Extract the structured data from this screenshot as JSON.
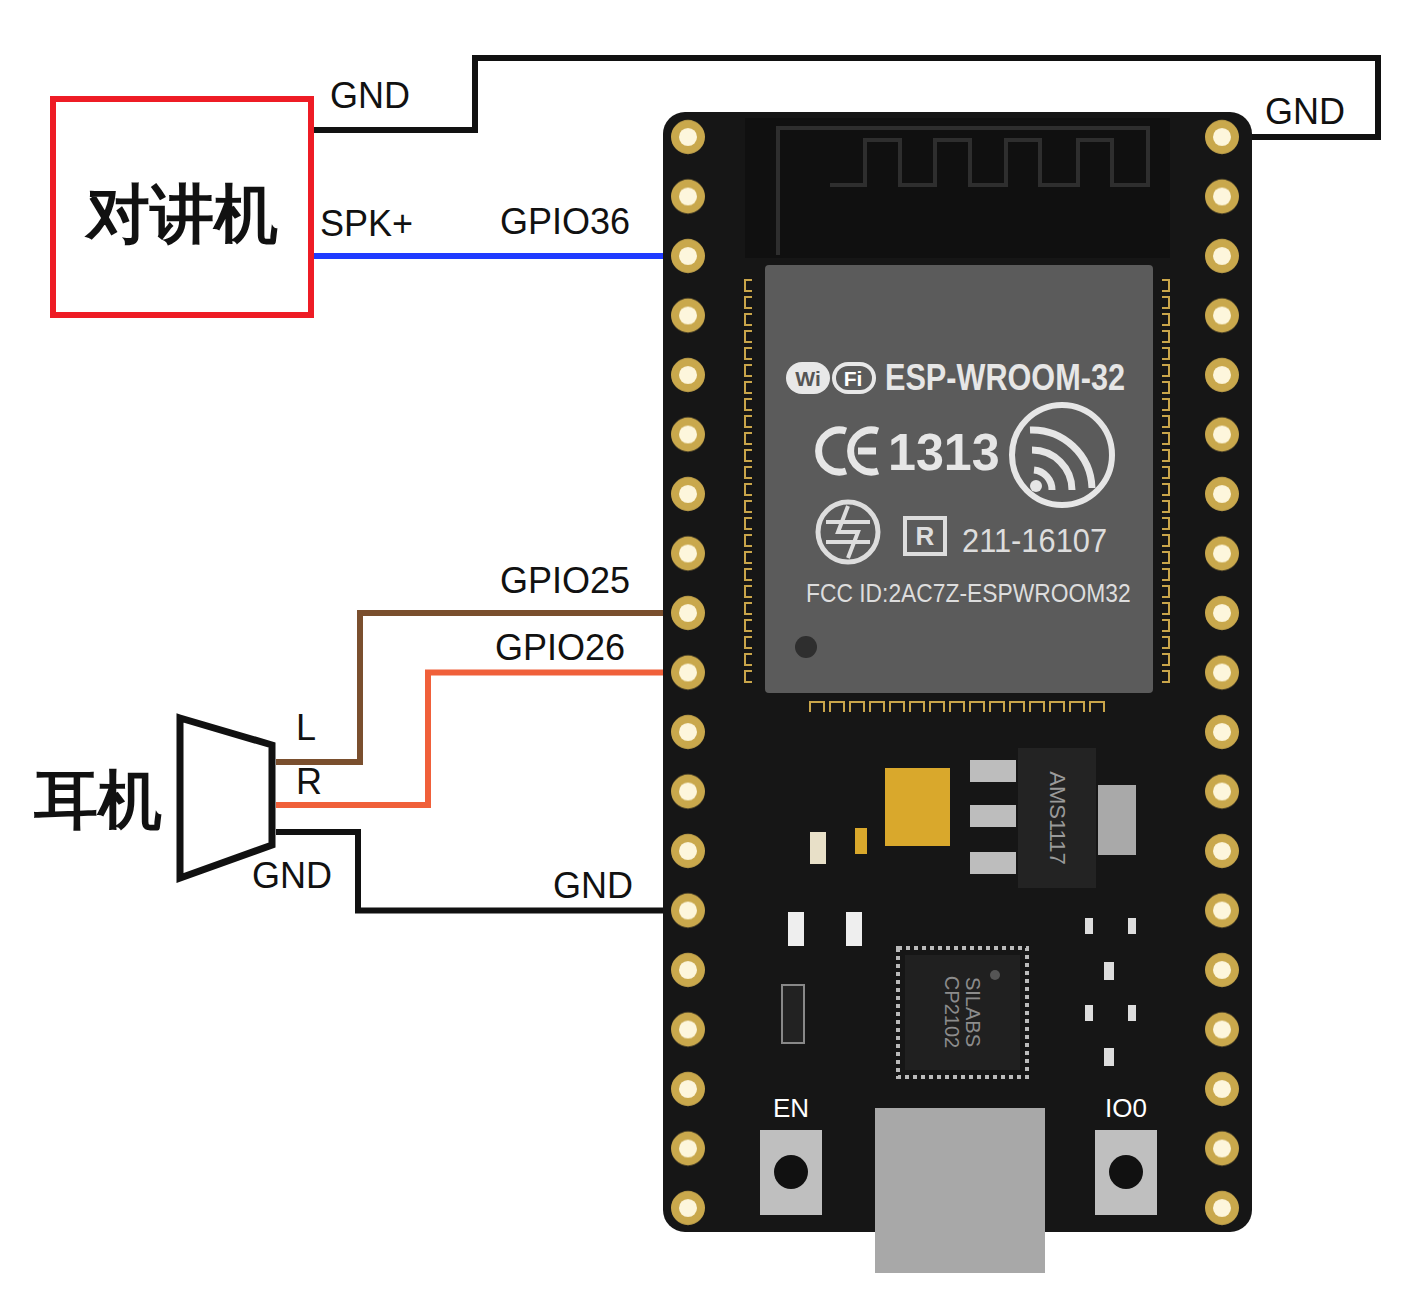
{
  "diagram": {
    "nodes": [
      {
        "text": [
          "对讲机"
        ]
      },
      {
        "text": [
          "AMS1117",
          "SILABS CP2102",
          "EN",
          "IO0"
        ]
      },
      {
        "text": [
          "Wi",
          "Fi",
          "ESP-WROOM-32",
          "1313",
          "R",
          "211-16107",
          "FCC ID:2AC7Z-ESPWROOM32"
        ],
        "in": 1
      },
      {
        "text": [
          "耳机"
        ]
      }
    ],
    "edges": [
      {
        "from": 0,
        "to": 1,
        "arrow": "none"
      },
      {
        "from": 0,
        "to": 1,
        "arrow": "none"
      },
      {
        "from": 3,
        "to": 1,
        "arrow": "none"
      },
      {
        "from": 3,
        "to": 1,
        "arrow": "none"
      },
      {
        "from": 3,
        "to": 1,
        "arrow": "none"
      }
    ],
    "labels": [
      "GND",
      "SPK+",
      "GPIO36",
      "GND",
      "GPIO25",
      "GPIO26",
      "L",
      "R",
      "GND",
      "GND"
    ]
  }
}
